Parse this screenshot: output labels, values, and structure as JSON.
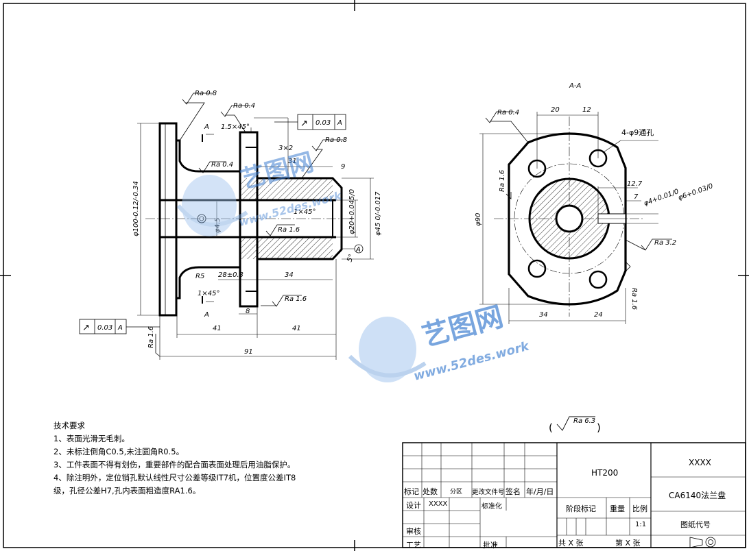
{
  "views": {
    "section_label": "A-A",
    "section_mark_left_top": "A",
    "section_mark_left_bottom": "A"
  },
  "front_view": {
    "roughness": [
      "Ra 0.8",
      "Ra 0.4",
      "Ra 0.8",
      "Ra 0.4",
      "Ra 1.6",
      "Ra 1.6",
      "Ra 1.6"
    ],
    "runout_top": {
      "symbol": "↗",
      "value": "0.03",
      "datum": "A"
    },
    "runout_bottom": {
      "symbol": "↗",
      "value": "0.03",
      "datum": "A"
    },
    "chamfer_top": "1.5×45°",
    "chamfer_bottom": "1×45°",
    "chamfer_mid": "1×45°",
    "groove": "3×2",
    "dim_31": "31",
    "dim_28": "28±0.3",
    "dim_34": "34",
    "dim_8": "8",
    "dim_41a": "41",
    "dim_41b": "41",
    "dim_91": "91",
    "r5": "R5",
    "dia_100": "φ100-0.12/-0.34",
    "dia_45_small": "φ4.5",
    "dia_20": "φ20+0.045/0",
    "dia_45": "φ45 0/-0.017",
    "angle_9": "9",
    "angle_5": "5°",
    "datum_a": "A"
  },
  "section_view": {
    "roughness": [
      "Ra 0.4",
      "Ra 1.6",
      "Ra 3.2",
      "Ra 1.6"
    ],
    "dim_20": "20",
    "dim_12": "12",
    "holes": "4-φ9通孔",
    "dim_12_7": "12.7",
    "dim_7": "7",
    "dia_4": "φ4+0.01/0",
    "dia_6": "φ6+0.03/0",
    "dia_90": "φ90",
    "dim_34": "34",
    "dim_24": "24"
  },
  "watermark": {
    "big": "艺图网",
    "url": "www.52des.work"
  },
  "other_roughness": "Ra 6.3",
  "tech_notes": {
    "title": "技术要求",
    "lines": [
      "1、表面光滑无毛刺。",
      "2、未标注倒角C0.5,未注圆角R0.5。",
      "3、工件表面不得有划伤，重要部件的配合面表面处理后用油脂保护。",
      "4、除注明外，定位销孔默认线性尺寸公差等级IT7机，位置度公差IT8",
      "级，孔径公差H7,孔内表面粗造度RA1.6。"
    ]
  },
  "title_block": {
    "material": "HT200",
    "company": "XXXX",
    "part_name": "CA6140法兰盘",
    "drawing_no": "图纸代号",
    "rev_mark": "标记",
    "rev_count": "处数",
    "rev_zone": "分区",
    "rev_doc": "更改文件号",
    "rev_sign": "签名",
    "rev_date": "年/月/日",
    "design": "设计",
    "designer": "XXXX",
    "standard": "标准化",
    "stage": "阶段标记",
    "weight": "重量",
    "scale": "比例",
    "scale_value": "1:1",
    "check": "审核",
    "process": "工艺",
    "approve": "批准",
    "total_sheets": "共 X 张",
    "sheet_no": "第 X 张"
  }
}
